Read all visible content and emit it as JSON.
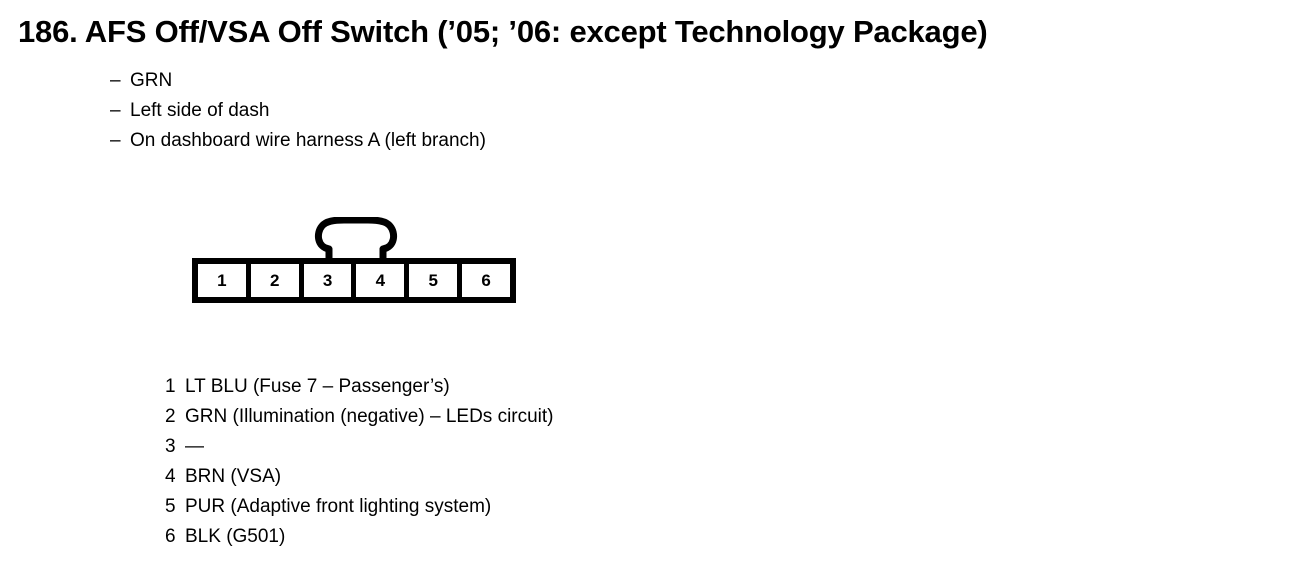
{
  "page": {
    "title": "186. AFS Off/VSA Off Switch (’05; ’06: except Technology Package)",
    "background_color": "#ffffff",
    "ink_color": "#000000"
  },
  "notes": {
    "dash": "–",
    "items": [
      {
        "text": "GRN"
      },
      {
        "text": "Left side of dash"
      },
      {
        "text": "On dashboard wire harness A (left branch)"
      }
    ]
  },
  "connector": {
    "name": "6-pin connector",
    "latch_position": "top-center",
    "pin_count": 6,
    "pins": [
      {
        "number": "1"
      },
      {
        "number": "2"
      },
      {
        "number": "3"
      },
      {
        "number": "4"
      },
      {
        "number": "5"
      },
      {
        "number": "6"
      }
    ]
  },
  "pin_legend": [
    {
      "number": "1",
      "description": "LT BLU (Fuse 7 – Passenger’s)"
    },
    {
      "number": "2",
      "description": "GRN (Illumination (negative) – LEDs circuit)"
    },
    {
      "number": "3",
      "description": "—"
    },
    {
      "number": "4",
      "description": "BRN (VSA)"
    },
    {
      "number": "5",
      "description": "PUR (Adaptive front lighting system)"
    },
    {
      "number": "6",
      "description": "BLK (G501)"
    }
  ]
}
